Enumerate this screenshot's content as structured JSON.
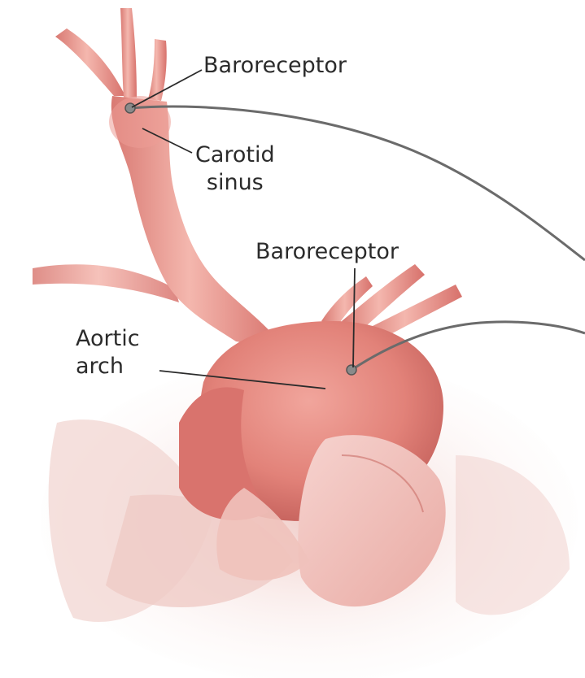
{
  "labels": {
    "baroreceptor_carotid": "Baroreceptor",
    "carotid_sinus": {
      "line1": "Carotid",
      "line2": "sinus"
    },
    "baroreceptor_aortic": "Baroreceptor",
    "aortic_arch": {
      "line1": "Aortic",
      "line2": "arch"
    }
  },
  "colors": {
    "vessel": "#e8958f",
    "vessel_dark": "#c9605c",
    "vessel_light": "#f6cbc4",
    "tissue": "#f3d9d6",
    "nerve": "#6b6b6b",
    "leader": "#2b2b2b"
  }
}
